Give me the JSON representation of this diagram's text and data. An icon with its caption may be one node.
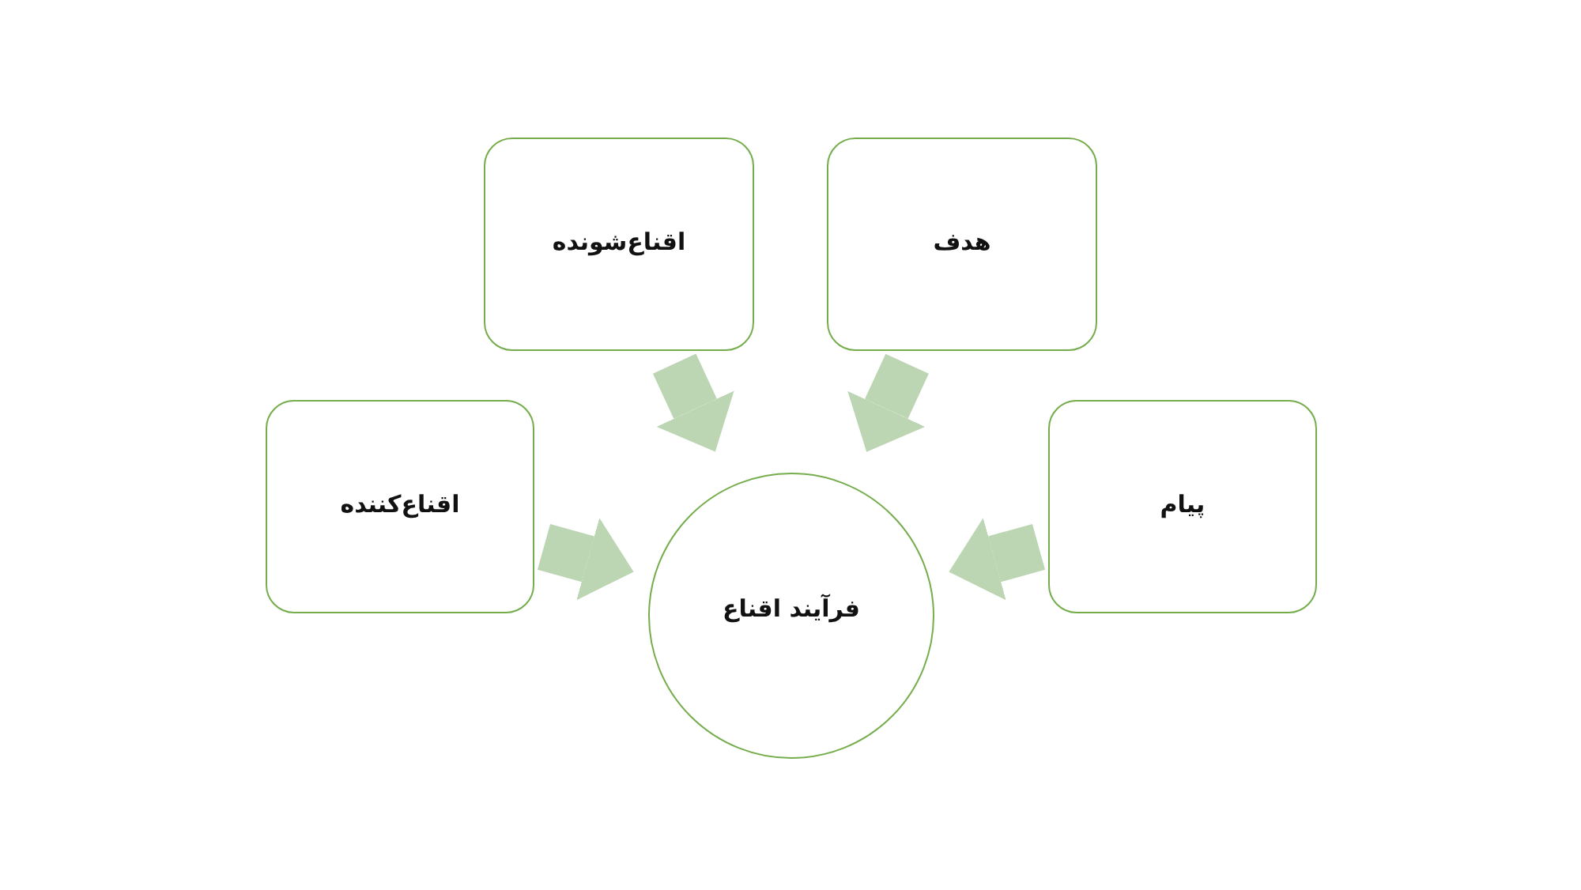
{
  "diagram": {
    "nodes": [
      {
        "text": [
          "اقناع‌شونده"
        ]
      },
      {
        "text": [
          "هدف"
        ]
      },
      {
        "text": [
          "اقناع‌کننده"
        ]
      },
      {
        "text": [
          "فرآیند اقناع"
        ]
      },
      {
        "text": [
          "پیام"
        ]
      }
    ],
    "edges": [
      {
        "from": 0,
        "to": 3,
        "arrow": "to"
      },
      {
        "from": 1,
        "to": 3,
        "arrow": "to"
      },
      {
        "from": 2,
        "to": 3,
        "arrow": "to"
      },
      {
        "from": 4,
        "to": 3,
        "arrow": "to"
      }
    ]
  }
}
